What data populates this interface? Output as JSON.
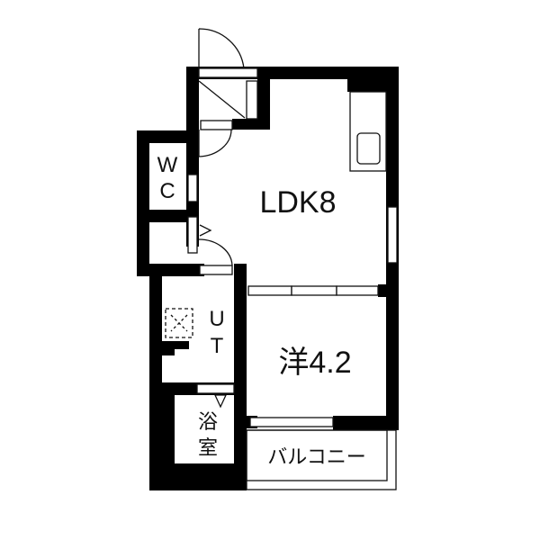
{
  "diagram": {
    "type": "floor-plan",
    "rooms": {
      "ldk": "LDK8",
      "western": "洋4.2",
      "wc_line1": "W",
      "wc_line2": "C",
      "ut_line1": "U",
      "ut_line2": "T",
      "bath_line1": "浴",
      "bath_line2": "室",
      "balcony": "バルコニー"
    },
    "colors": {
      "wall": "#000000",
      "background": "#ffffff",
      "line": "#111111"
    }
  }
}
